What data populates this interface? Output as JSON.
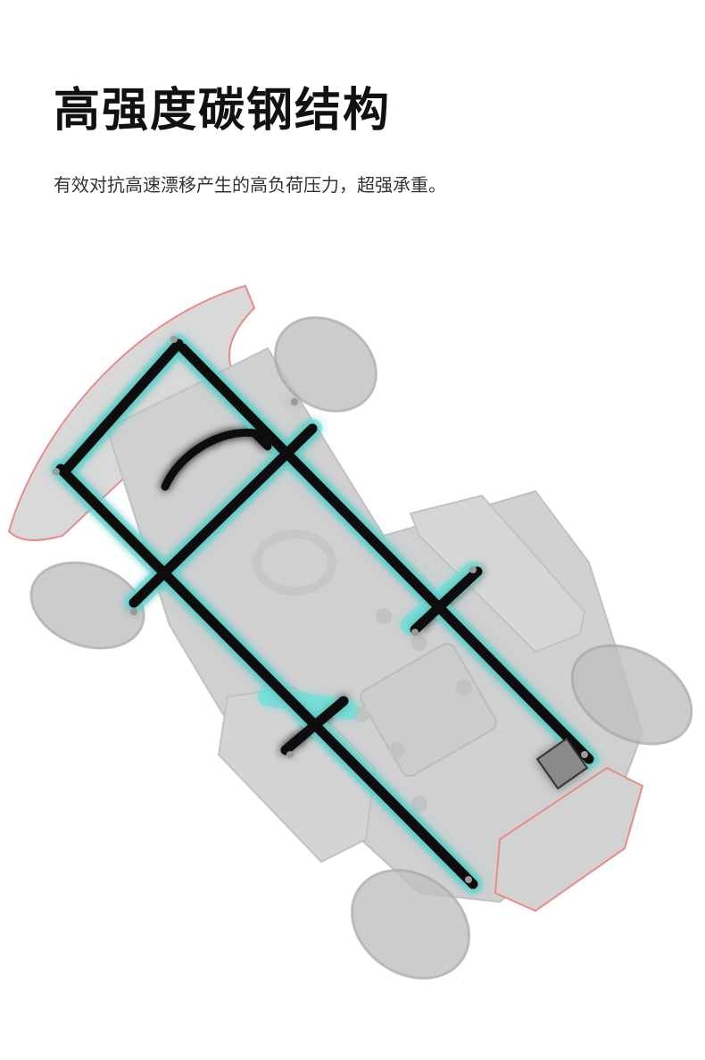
{
  "section": {
    "title": "高强度碳钢结构",
    "description": "有效对抗高速漂移产生的高负荷压力，超强承重。"
  },
  "illustration": {
    "subject": "chassis-frame",
    "colors": {
      "body": "#c9c9c9",
      "body_edge": "#b5b5b5",
      "tire": "#bdbdbd",
      "frame": "#0f0f0f",
      "glow": "#5fe0d9",
      "red_trim": "#e36b6b"
    }
  }
}
